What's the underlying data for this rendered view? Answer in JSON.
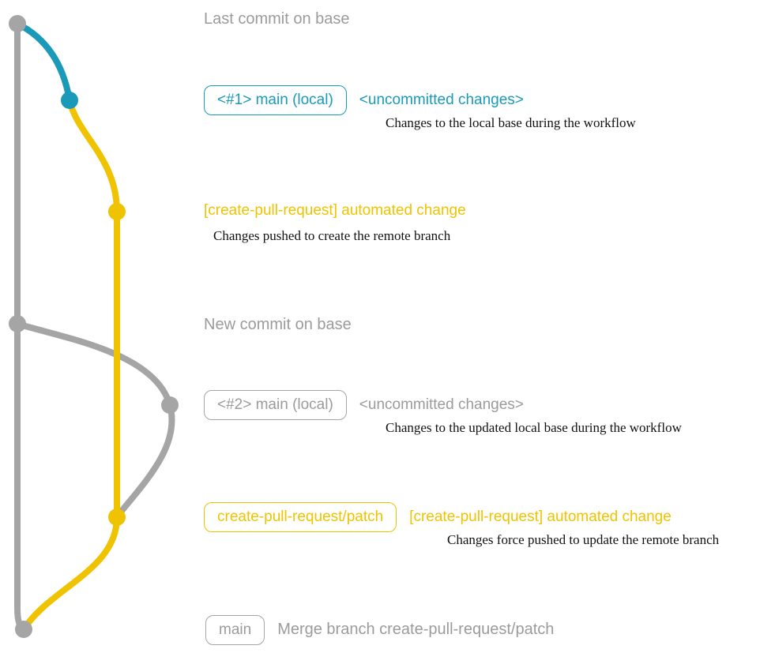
{
  "colors": {
    "blue": "#1a9ab8",
    "yellow": "#f0c300",
    "gray": "#a5a5a5",
    "graytext": "#9b9b9b"
  },
  "milestones": {
    "last_commit_on_base": "Last commit on base",
    "new_commit_on_base": "New commit on base"
  },
  "rows": [
    {
      "badge": "<#1> main (local)",
      "note": "<uncommitted changes>",
      "description": "Changes to the local base during the workflow"
    },
    {
      "note": "[create-pull-request] automated change",
      "description": "Changes pushed to create the remote branch"
    },
    {
      "badge": "<#2> main (local)",
      "note": "<uncommitted changes>",
      "description": "Changes to the updated local base during the workflow"
    },
    {
      "badge": "create-pull-request/patch",
      "note": "[create-pull-request] automated change",
      "description": "Changes force pushed to update the remote branch"
    },
    {
      "badge": "main",
      "note": "Merge branch create-pull-request/patch"
    }
  ]
}
